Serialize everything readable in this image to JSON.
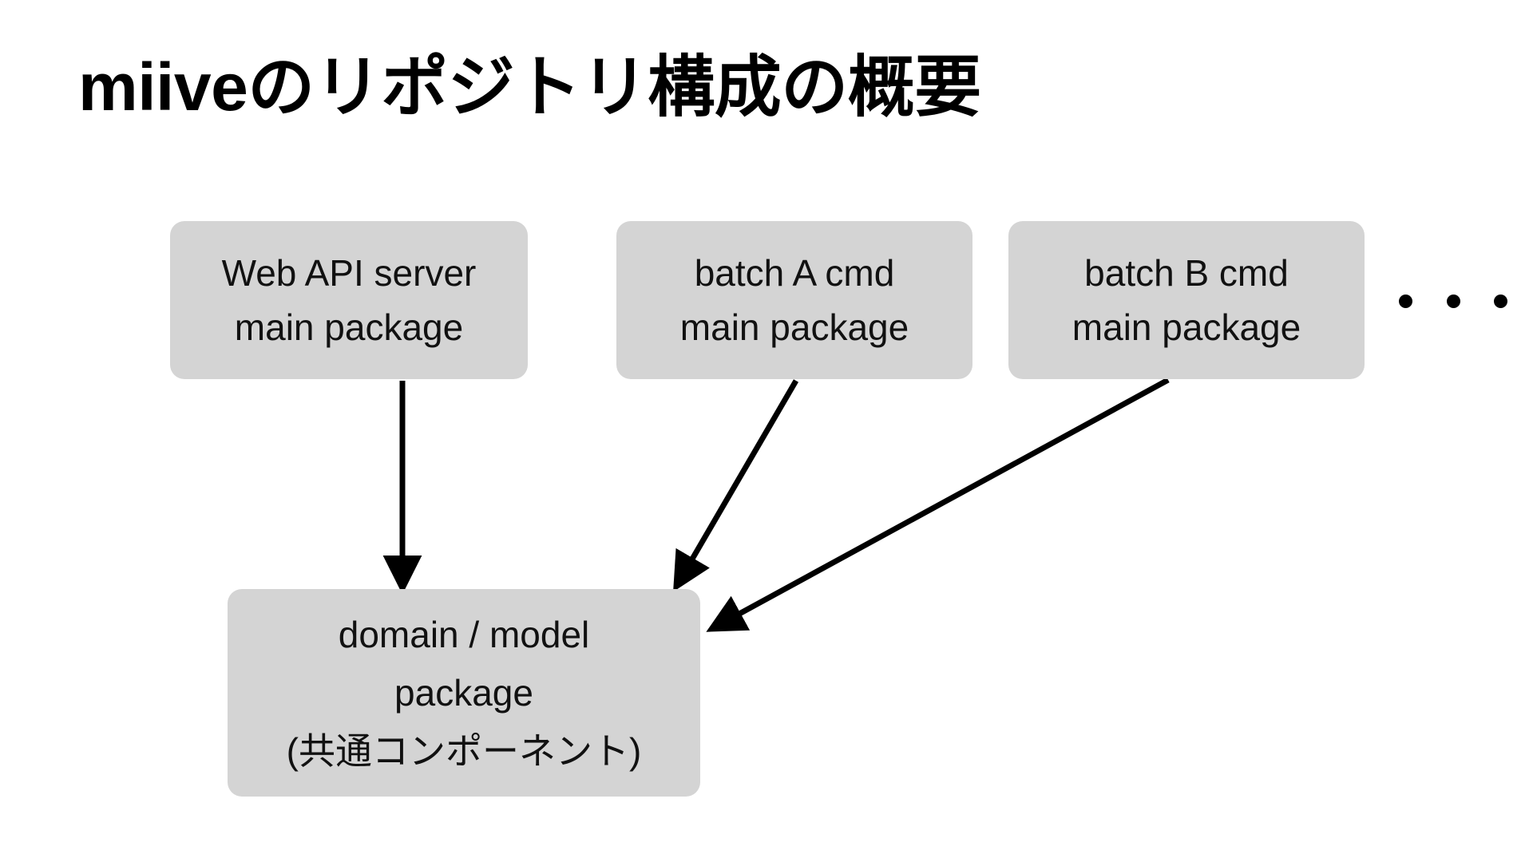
{
  "slide": {
    "title": "miiveのリポジトリ構成の概要",
    "background_color": "#ffffff",
    "node_fill_color": "#d4d4d4",
    "text_color": "#111111",
    "arrow_color": "#000000"
  },
  "diagram": {
    "type": "flow",
    "nodes": [
      {
        "id": "web-api",
        "lines": [
          "Web API server",
          "main package"
        ],
        "line1": "Web API server",
        "line2": "main package"
      },
      {
        "id": "batch-a",
        "lines": [
          "batch A cmd",
          "main package"
        ],
        "line1": "batch A cmd",
        "line2": "main package"
      },
      {
        "id": "batch-b",
        "lines": [
          "batch B cmd",
          "main package"
        ],
        "line1": "batch B cmd",
        "line2": "main package"
      },
      {
        "id": "domain-model",
        "lines": [
          "domain / model",
          "package",
          "(共通コンポーネント)"
        ],
        "line1": "domain / model",
        "line2": "package",
        "line3": "(共通コンポーネント)"
      }
    ],
    "ellipsis": "・・・",
    "edges": [
      {
        "from": "web-api",
        "to": "domain-model",
        "style": "straight-arrow"
      },
      {
        "from": "batch-a",
        "to": "domain-model",
        "style": "straight-arrow"
      },
      {
        "from": "batch-b",
        "to": "domain-model",
        "style": "straight-arrow"
      }
    ]
  }
}
